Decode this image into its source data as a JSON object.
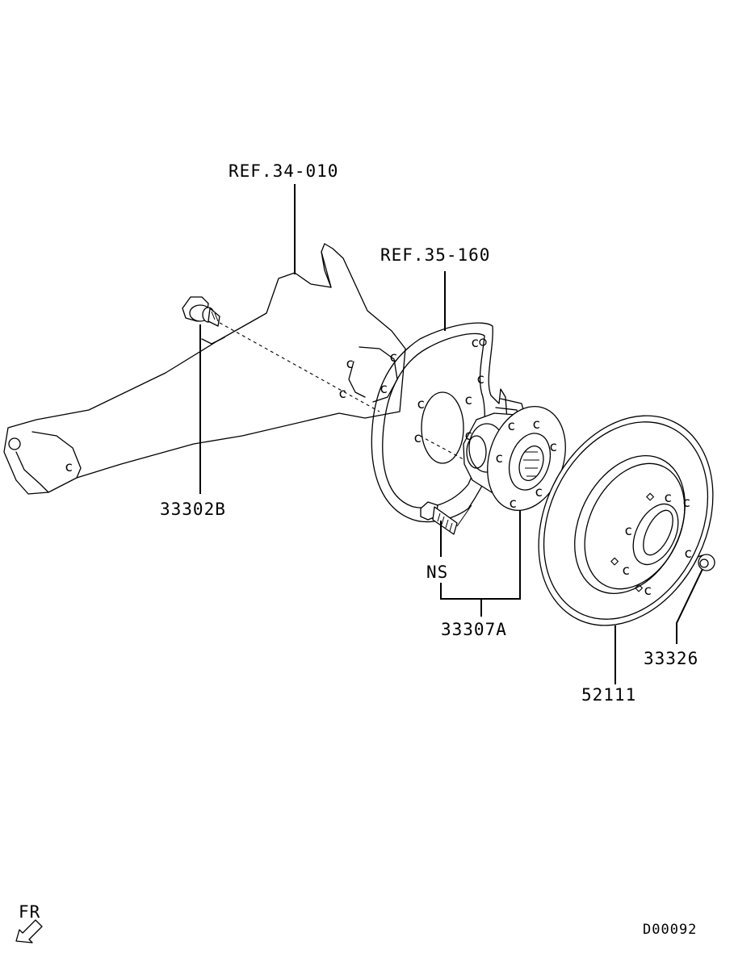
{
  "labels": {
    "ref_axle": "REF.34-010",
    "ref_plate": "REF.35-160",
    "bolt": "33302B",
    "ns": "NS",
    "hub": "33307A",
    "screw": "33326",
    "disc": "52111",
    "front": "FR",
    "code": "D00092"
  },
  "icons": {
    "front_arrow": "arrow-down-left-icon"
  }
}
